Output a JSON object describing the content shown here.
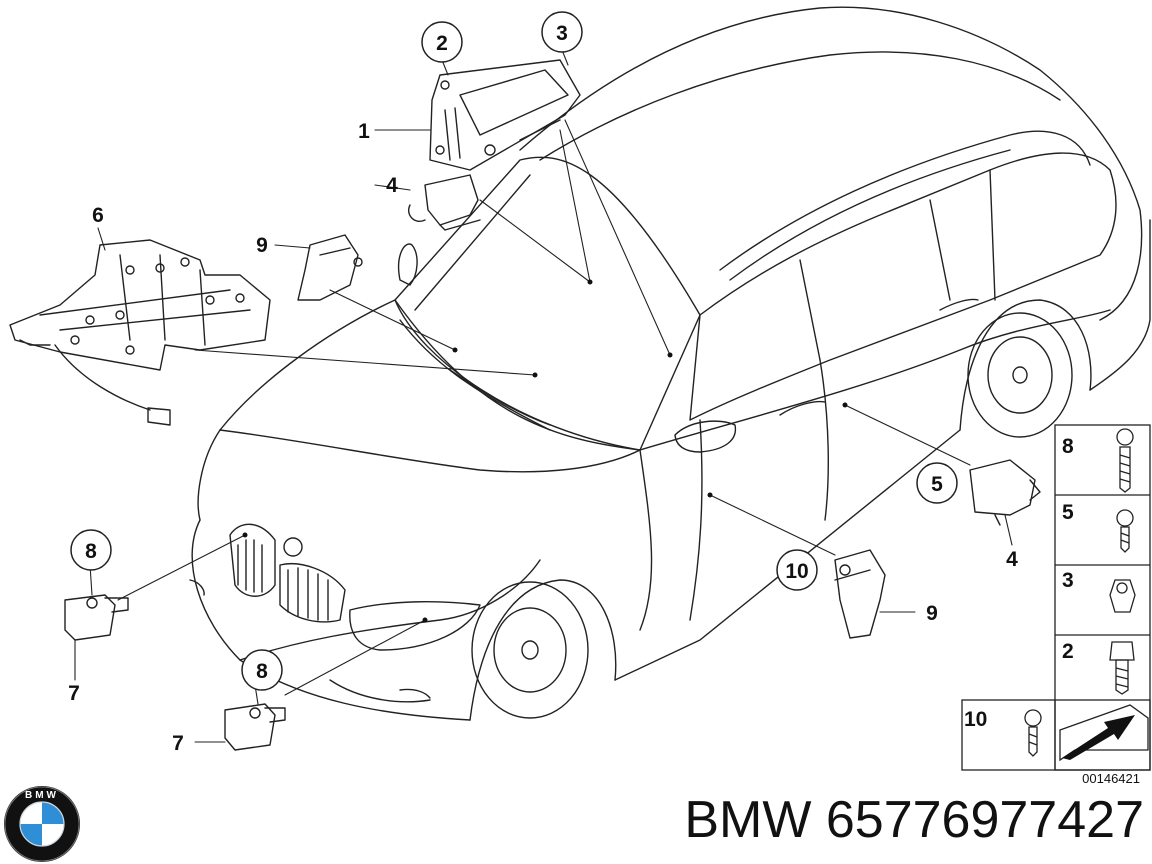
{
  "diagram_id": "00146421",
  "title": "BMW 65776977427",
  "logo": {
    "text": "BMW",
    "colors": {
      "blue": "#2f8fd6",
      "white": "#ffffff",
      "black": "#111111"
    }
  },
  "callouts": [
    "1",
    "2",
    "3",
    "4",
    "4",
    "5",
    "6",
    "7",
    "7",
    "8",
    "8",
    "9",
    "9",
    "10"
  ],
  "legend": [
    "8",
    "5",
    "3",
    "2",
    "10"
  ]
}
